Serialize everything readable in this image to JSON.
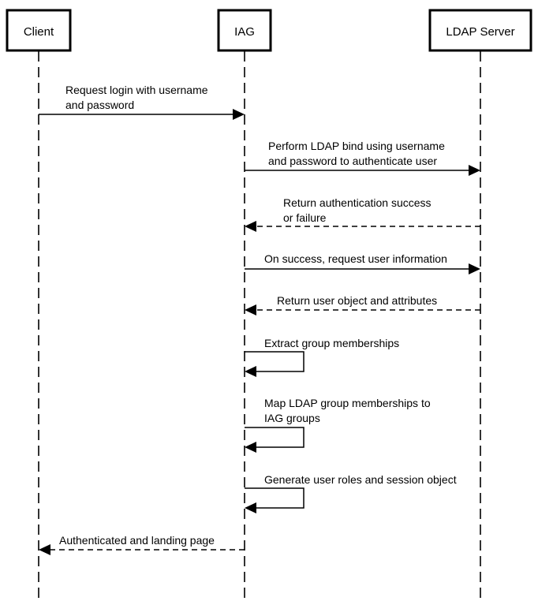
{
  "diagram": {
    "type": "sequence",
    "actors": [
      {
        "id": "client",
        "label": "Client"
      },
      {
        "id": "iag",
        "label": "IAG"
      },
      {
        "id": "ldap",
        "label": "LDAP Server"
      }
    ],
    "messages": [
      {
        "from": "client",
        "to": "iag",
        "style": "solid",
        "lines": [
          "Request login with username",
          "and password"
        ]
      },
      {
        "from": "iag",
        "to": "ldap",
        "style": "solid",
        "lines": [
          "Perform LDAP bind using username",
          "and password to authenticate user"
        ]
      },
      {
        "from": "ldap",
        "to": "iag",
        "style": "dashed",
        "lines": [
          "Return authentication success",
          "or failure"
        ]
      },
      {
        "from": "iag",
        "to": "ldap",
        "style": "solid",
        "lines": [
          "On success, request user information"
        ]
      },
      {
        "from": "ldap",
        "to": "iag",
        "style": "dashed",
        "lines": [
          "Return user object and attributes"
        ]
      },
      {
        "from": "iag",
        "to": "iag",
        "style": "solid",
        "lines": [
          "Extract group memberships"
        ]
      },
      {
        "from": "iag",
        "to": "iag",
        "style": "solid",
        "lines": [
          "Map LDAP group memberships to",
          "IAG groups"
        ]
      },
      {
        "from": "iag",
        "to": "iag",
        "style": "solid",
        "lines": [
          "Generate user roles and session object"
        ]
      },
      {
        "from": "iag",
        "to": "client",
        "style": "dashed",
        "lines": [
          "Authenticated and landing page"
        ]
      }
    ]
  }
}
